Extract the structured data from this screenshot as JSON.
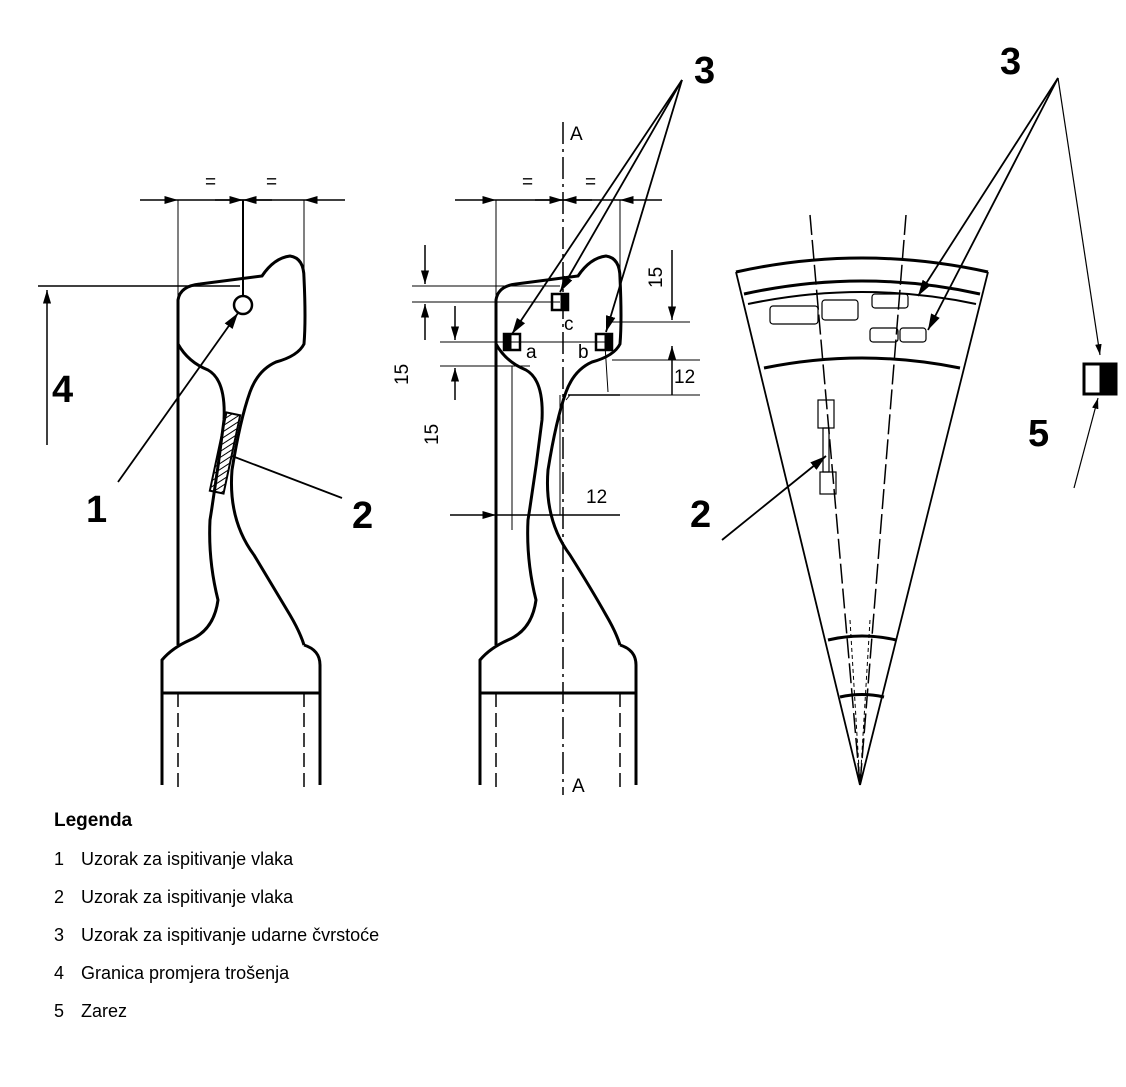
{
  "callouts": {
    "c1": "1",
    "c2": "2",
    "c2b": "2",
    "c3a": "3",
    "c3b": "3",
    "c4": "4",
    "c5": "5"
  },
  "dimensions": {
    "eq": "=",
    "section": "A",
    "d15": "15",
    "d12": "12",
    "la": "a",
    "lb": "b",
    "lc": "c"
  },
  "legend": {
    "title": "Legenda",
    "items": [
      {
        "num": "1",
        "text": "Uzorak za ispitivanje vlaka"
      },
      {
        "num": "2",
        "text": "Uzorak za ispitivanje vlaka"
      },
      {
        "num": "3",
        "text": "Uzorak za ispitivanje udarne čvrstoće"
      },
      {
        "num": "4",
        "text": "Granica promjera trošenja"
      },
      {
        "num": "5",
        "text": "Zarez"
      }
    ]
  },
  "colors": {
    "ink": "#000000",
    "paper": "#ffffff",
    "hatch": "#555555"
  }
}
